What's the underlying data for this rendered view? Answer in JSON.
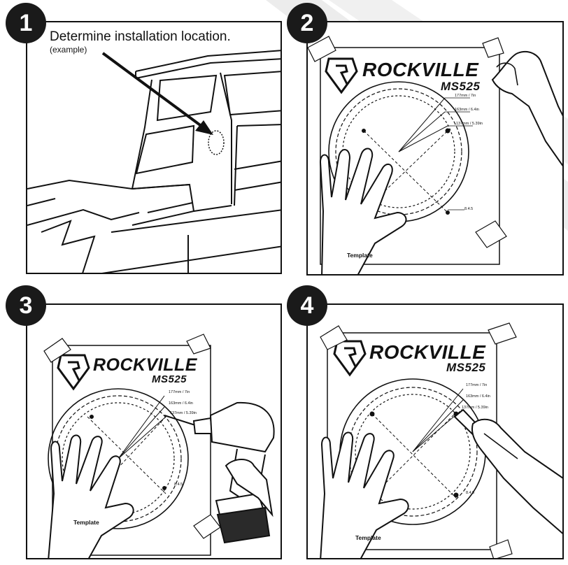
{
  "steps": [
    {
      "number": "1",
      "title": "Determine installation location.",
      "subtitle": "(example)"
    },
    {
      "number": "2"
    },
    {
      "number": "3"
    },
    {
      "number": "4"
    }
  ],
  "template": {
    "brand": "ROCKVILLE",
    "model": "MS525",
    "label": "Template",
    "measurements": {
      "outer": "177mm / 7in",
      "middle": "163mm / 6.4in",
      "inner": "137mm / 5.39in",
      "hole2": "8.4.5",
      "hole3": "8.4.5",
      "hole4": "8.4.5"
    }
  },
  "colors": {
    "ink": "#111111",
    "badge": "#1a1a1a",
    "watermark": "#ececec",
    "tape": "#ffffff"
  }
}
